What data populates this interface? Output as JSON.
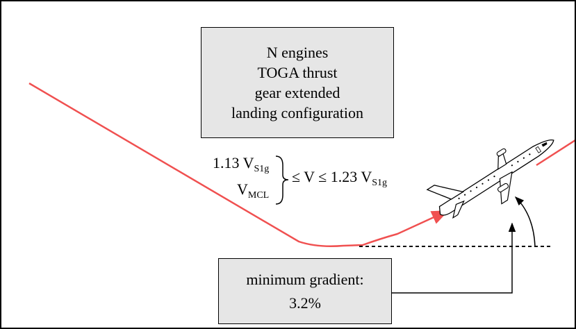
{
  "conditions": {
    "line1": "N engines",
    "line2": "TOGA thrust",
    "line3": "gear extended",
    "line4": "landing configuration"
  },
  "speeds": {
    "v1_value": "1.13 V",
    "v1_sub": "S1g",
    "v2_main": "V",
    "v2_sub": "MCL",
    "range_text": "≤  V ≤  1.23 V",
    "range_sub": "S1g"
  },
  "gradient": {
    "label": "minimum gradient:",
    "value": "3.2%"
  },
  "colors": {
    "flight_path": "#f05050",
    "box_fill": "#e6e6e6"
  }
}
